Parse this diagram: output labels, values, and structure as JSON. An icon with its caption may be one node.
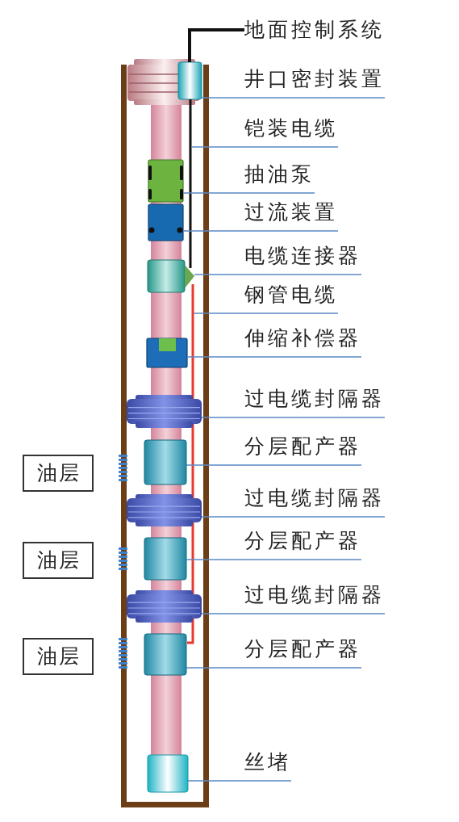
{
  "diagram": {
    "nodes": [
      {
        "text": [
          "地面控制系统"
        ]
      },
      {
        "text": [
          "井口密封装置"
        ]
      },
      {
        "text": [],
        "shape": "cylinder"
      },
      {
        "text": [
          "铠装电缆"
        ]
      },
      {
        "text": [],
        "shape": "line"
      },
      {
        "text": [
          "抽油泵"
        ]
      },
      {
        "text": [],
        "shape": "box"
      },
      {
        "text": [
          "过流装置"
        ]
      },
      {
        "text": [],
        "shape": "box"
      },
      {
        "text": [
          "电缆连接器"
        ]
      },
      {
        "text": [],
        "shape": "cylinder"
      },
      {
        "text": [
          "钢管电缆"
        ]
      },
      {
        "text": [],
        "shape": "line"
      },
      {
        "text": [
          "伸缩补偿器"
        ]
      },
      {
        "text": [],
        "shape": "box"
      },
      {
        "text": [
          "过电缆封隔器"
        ]
      },
      {
        "text": [],
        "shape": "disc"
      },
      {
        "text": [
          "分层配产器"
        ]
      },
      {
        "text": [],
        "shape": "cylinder"
      },
      {
        "text": [
          "油层"
        ]
      },
      {
        "text": [
          "过电缆封隔器"
        ]
      },
      {
        "text": [],
        "shape": "disc"
      },
      {
        "text": [
          "分层配产器"
        ]
      },
      {
        "text": [],
        "shape": "cylinder"
      },
      {
        "text": [
          "油层"
        ]
      },
      {
        "text": [
          "过电缆封隔器"
        ]
      },
      {
        "text": [],
        "shape": "disc"
      },
      {
        "text": [
          "分层配产器"
        ]
      },
      {
        "text": [],
        "shape": "cylinder"
      },
      {
        "text": [
          "油层"
        ]
      },
      {
        "text": [
          "丝堵"
        ]
      },
      {
        "text": [],
        "shape": "cylinder"
      }
    ],
    "edges": [
      {
        "from": 0,
        "to": 2,
        "arrow": "none",
        "style": "thick",
        "color": "#111111"
      },
      {
        "from": 1,
        "to": 2,
        "arrow": "none"
      },
      {
        "from": 3,
        "to": 4,
        "arrow": "none"
      },
      {
        "from": 5,
        "to": 6,
        "arrow": "none"
      },
      {
        "from": 7,
        "to": 8,
        "arrow": "none"
      },
      {
        "from": 9,
        "to": 10,
        "arrow": "none"
      },
      {
        "from": 11,
        "to": 12,
        "arrow": "none"
      },
      {
        "from": 13,
        "to": 14,
        "arrow": "none"
      },
      {
        "from": 15,
        "to": 16,
        "arrow": "none"
      },
      {
        "from": 17,
        "to": 18,
        "arrow": "none"
      },
      {
        "from": 20,
        "to": 21,
        "arrow": "none"
      },
      {
        "from": 22,
        "to": 23,
        "arrow": "none"
      },
      {
        "from": 25,
        "to": 26,
        "arrow": "none"
      },
      {
        "from": 27,
        "to": 28,
        "arrow": "none"
      },
      {
        "from": 30,
        "to": 31,
        "arrow": "none"
      }
    ]
  }
}
